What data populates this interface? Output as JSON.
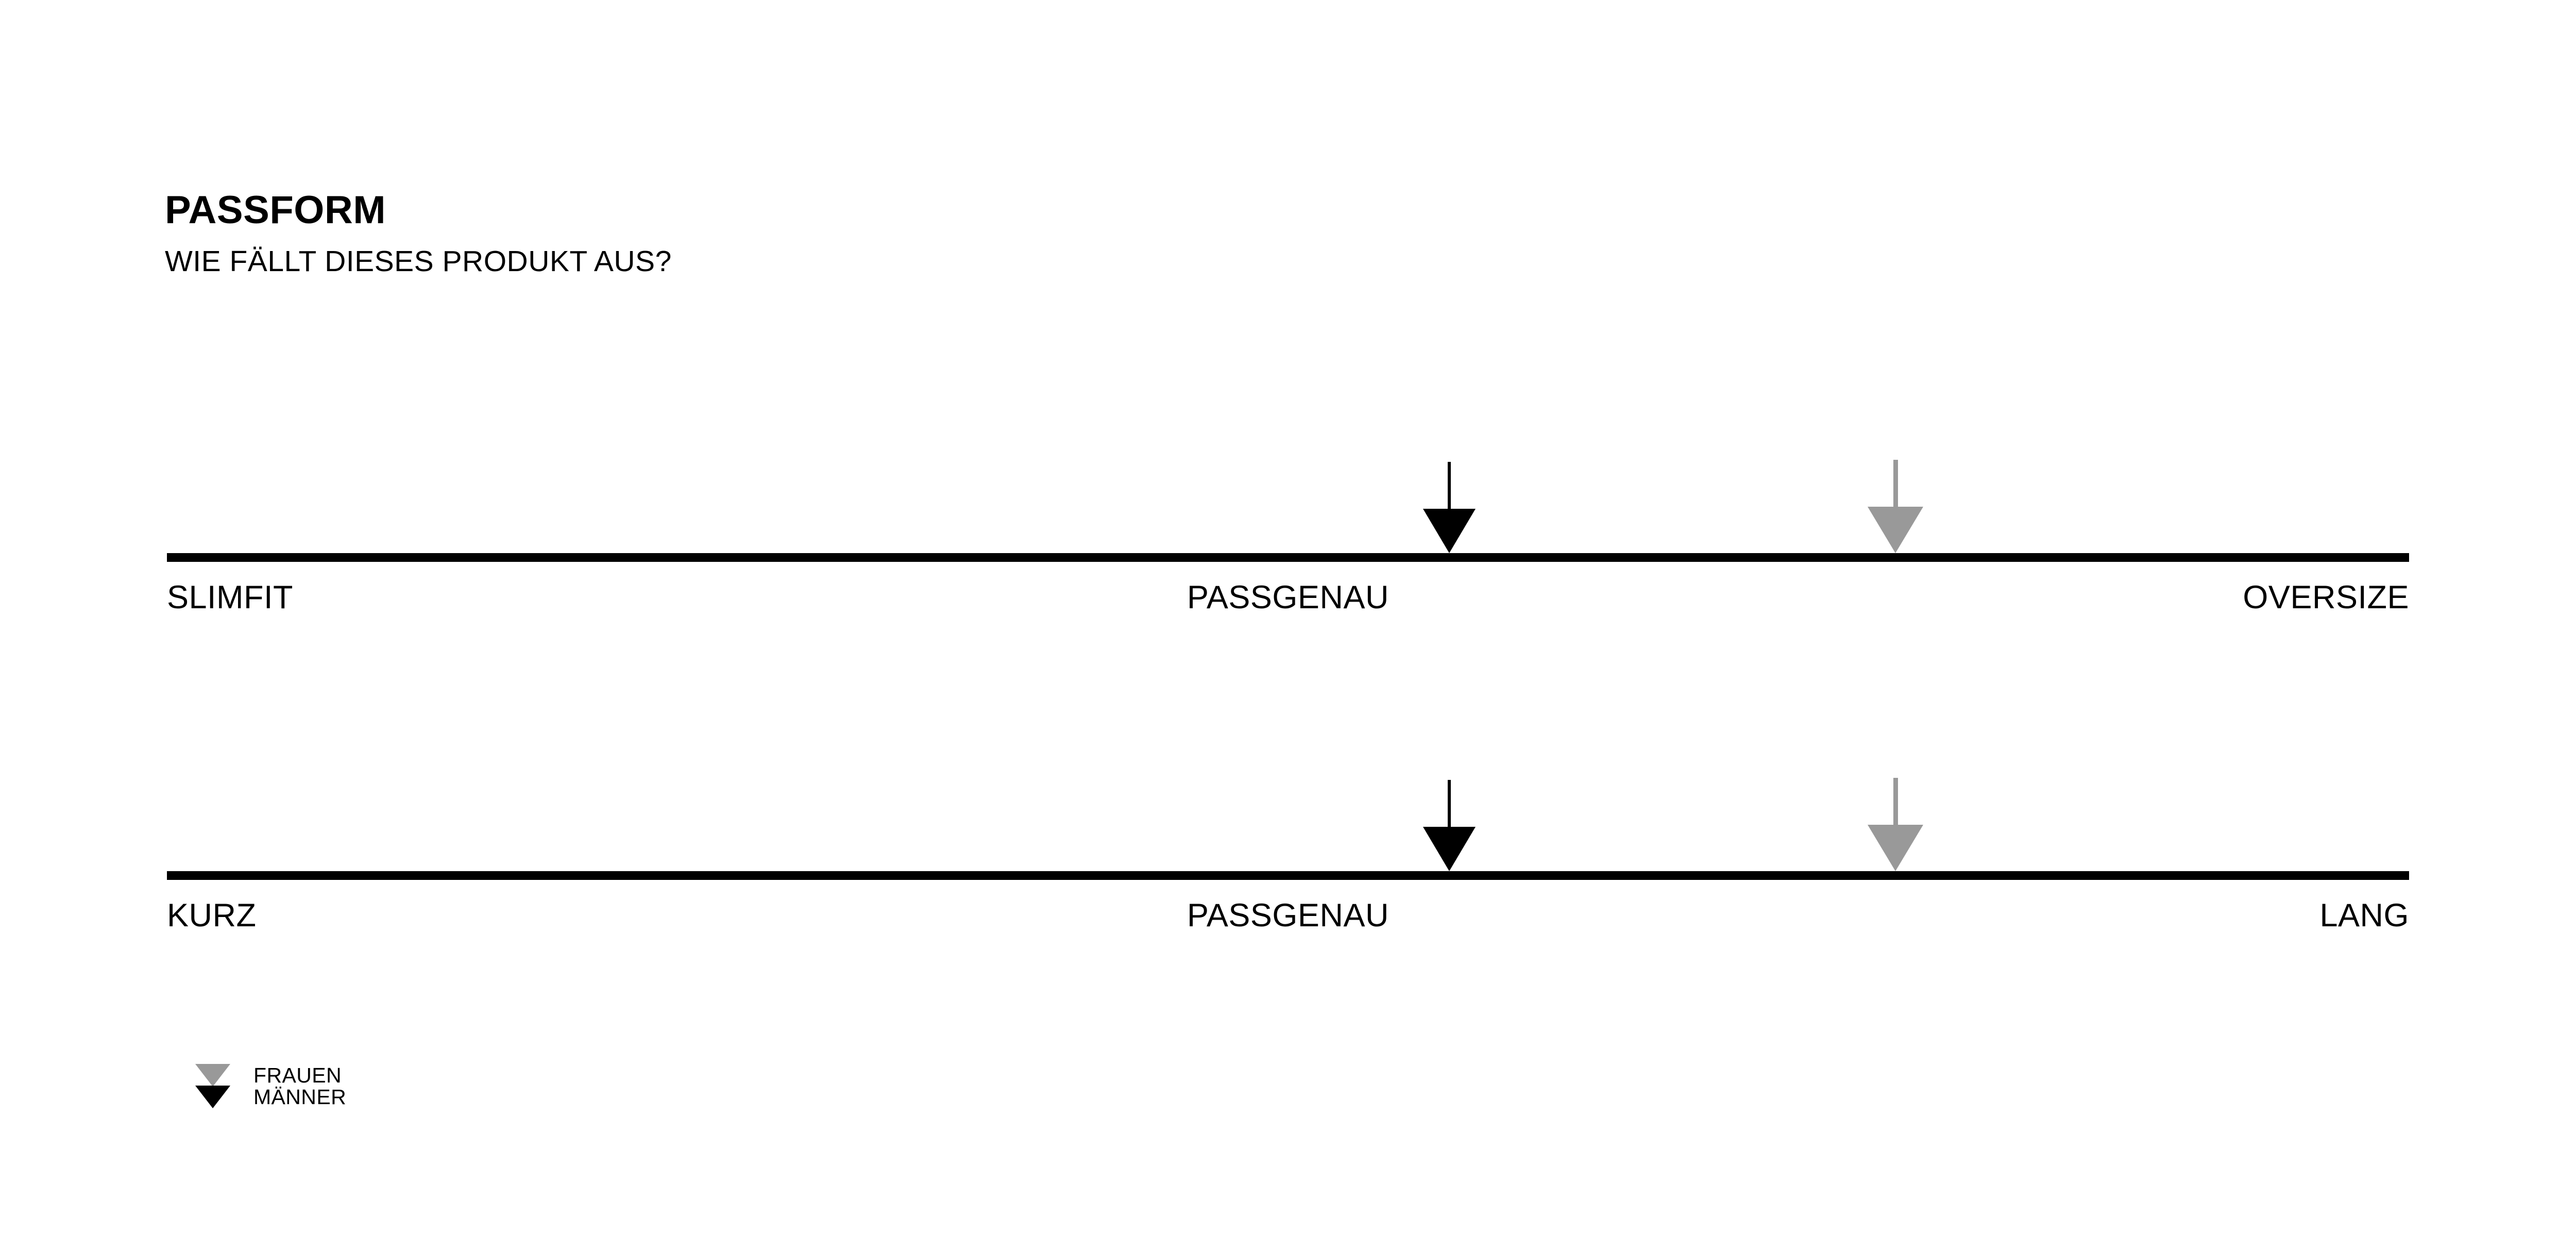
{
  "header": {
    "title": "PASSFORM",
    "subtitle": "WIE FÄLLT DIESES PRODUKT AUS?"
  },
  "colors": {
    "male": "#000000",
    "female": "#999999",
    "bar": "#000000",
    "background": "#ffffff"
  },
  "chart_data": {
    "type": "scale",
    "title": "PASSFORM",
    "subtitle": "WIE FÄLLT DIESES PRODUKT AUS?",
    "legend": [
      {
        "key": "female",
        "label": "FRAUEN",
        "color": "#999999",
        "marker": "triangle-down"
      },
      {
        "key": "male",
        "label": "MÄNNER",
        "color": "#000000",
        "marker": "triangle-down"
      }
    ],
    "legend_position": "bottom-left",
    "scales": [
      {
        "name": "fit-width",
        "left_label": "SLIMFIT",
        "center_label": "PASSGENAU",
        "right_label": "OVERSIZE",
        "range": [
          0,
          100
        ],
        "markers": [
          {
            "series": "male",
            "label": "MÄNNER",
            "value": 57.2,
            "color": "#000000"
          },
          {
            "series": "female",
            "label": "FRAUEN",
            "value": 77.1,
            "color": "#999999"
          }
        ]
      },
      {
        "name": "fit-length",
        "left_label": "KURZ",
        "center_label": "PASSGENAU",
        "right_label": "LANG",
        "range": [
          0,
          100
        ],
        "markers": [
          {
            "series": "male",
            "label": "MÄNNER",
            "value": 57.2,
            "color": "#000000"
          },
          {
            "series": "female",
            "label": "FRAUEN",
            "value": 77.1,
            "color": "#999999"
          }
        ]
      }
    ]
  }
}
